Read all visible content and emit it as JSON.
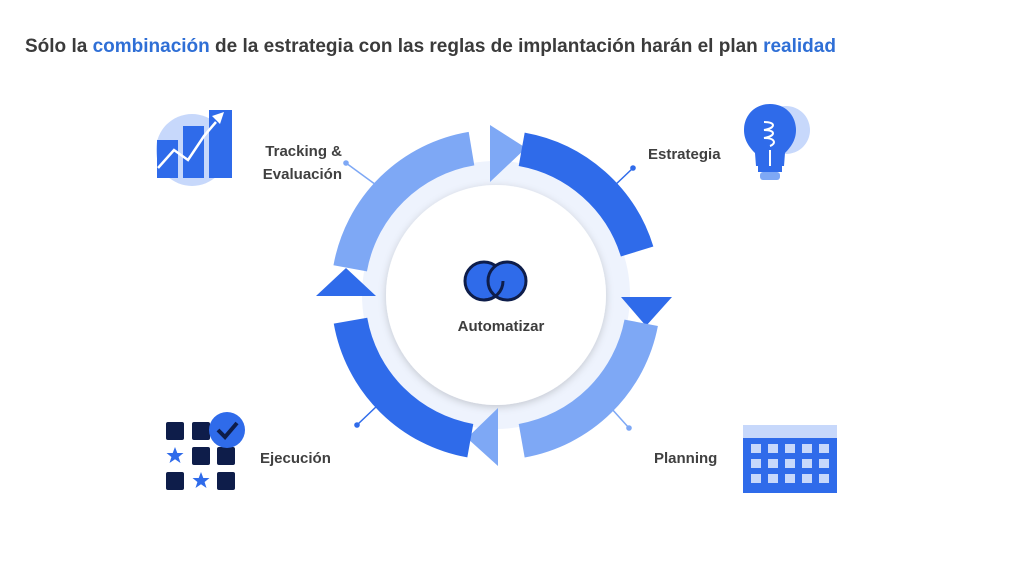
{
  "title": {
    "part1": "Sólo la ",
    "highlight1": "combinación",
    "part2": " de la estrategia con las reglas de implantación harán el plan ",
    "highlight2": "realidad"
  },
  "center": {
    "label": "Automatizar",
    "icon": "interlocking-rings-icon"
  },
  "stages": {
    "tracking": {
      "line1": "Tracking &",
      "line2": "Evaluación",
      "icon": "growth-chart-icon"
    },
    "strategy": {
      "label": "Estrategia",
      "icon": "lightbulb-icon"
    },
    "planning": {
      "label": "Planning",
      "icon": "calendar-icon"
    },
    "execution": {
      "label": "Ejecución",
      "icon": "task-grid-check-icon"
    }
  },
  "colors": {
    "dark_blue": "#2f6bea",
    "light_blue": "#7ea8f5",
    "navy": "#0e1d4a",
    "highlight_text": "#2f6fd6",
    "inner_bg": "#eef3fd"
  }
}
